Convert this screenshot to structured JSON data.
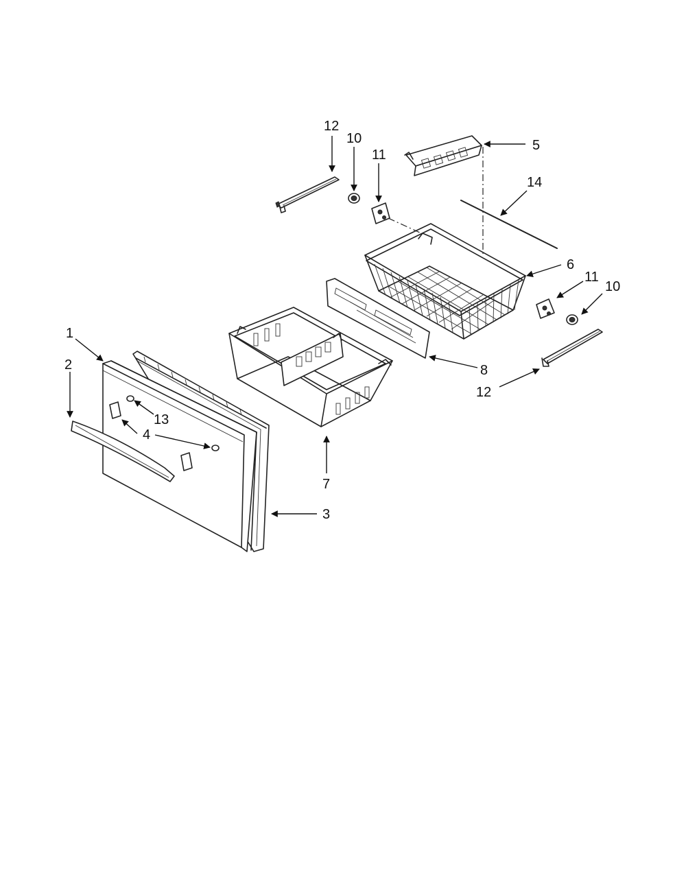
{
  "diagram": {
    "callouts": [
      "1",
      "2",
      "3",
      "4",
      "5",
      "6",
      "7",
      "8",
      "10",
      "10",
      "11",
      "11",
      "12",
      "12",
      "13",
      "14"
    ]
  }
}
